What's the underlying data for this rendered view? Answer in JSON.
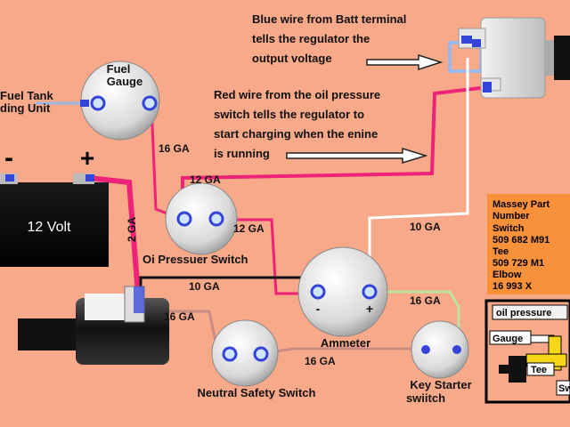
{
  "labels": {
    "fuel_gauge_line1": "Fuel",
    "fuel_gauge_line2": "Gauge",
    "fuel_tank_line1": "Fuel Tank",
    "fuel_tank_line2": "ding Unit",
    "battery": "12 Volt",
    "battery_neg": "-",
    "battery_pos": "+",
    "oil_switch": "Oi  Pressuer Switch",
    "ammeter": "Ammeter",
    "ammeter_neg": "-",
    "ammeter_pos": "+",
    "neutral_switch": "Neutral Safety Switch",
    "key_switch_line1": "Key Starter",
    "key_switch_line2": "swiitch"
  },
  "gauges": {
    "g1": "16 GA",
    "g2": "12 GA",
    "g3": "12 GA",
    "g4": "2 GA",
    "g5": "10 GA",
    "g6": "10 GA",
    "g7": "16 GA",
    "g8": "16 GA",
    "g9": "16 GA"
  },
  "notes": {
    "blue": [
      "Blue wire from Batt terminal",
      "tells the regulator the",
      "output voltage"
    ],
    "red": [
      "Red wire from the oil pressure",
      "switch tells the regulator to",
      "start charging when the enine",
      "is running"
    ]
  },
  "parts_box": {
    "lines": [
      "Massey Part",
      "Number",
      "Switch",
      "509 682 M91",
      "Tee",
      "509 729 M1",
      "Elbow",
      "16 993 X"
    ]
  },
  "oil_box": {
    "title": "oil pressure",
    "gauge": "Gauge",
    "tee": "Tee",
    "sw": "Sw"
  },
  "colors": {
    "background": "#f7a989",
    "red_wire": "#ee2277",
    "blue_wire": "#9bb8e8",
    "black_wire": "#111111",
    "white_wire": "#ffffff",
    "brown_wire": "#c98b86",
    "green_wire": "#bde39e",
    "terminal": "#3444d8",
    "parts_box": "#f9913a"
  }
}
